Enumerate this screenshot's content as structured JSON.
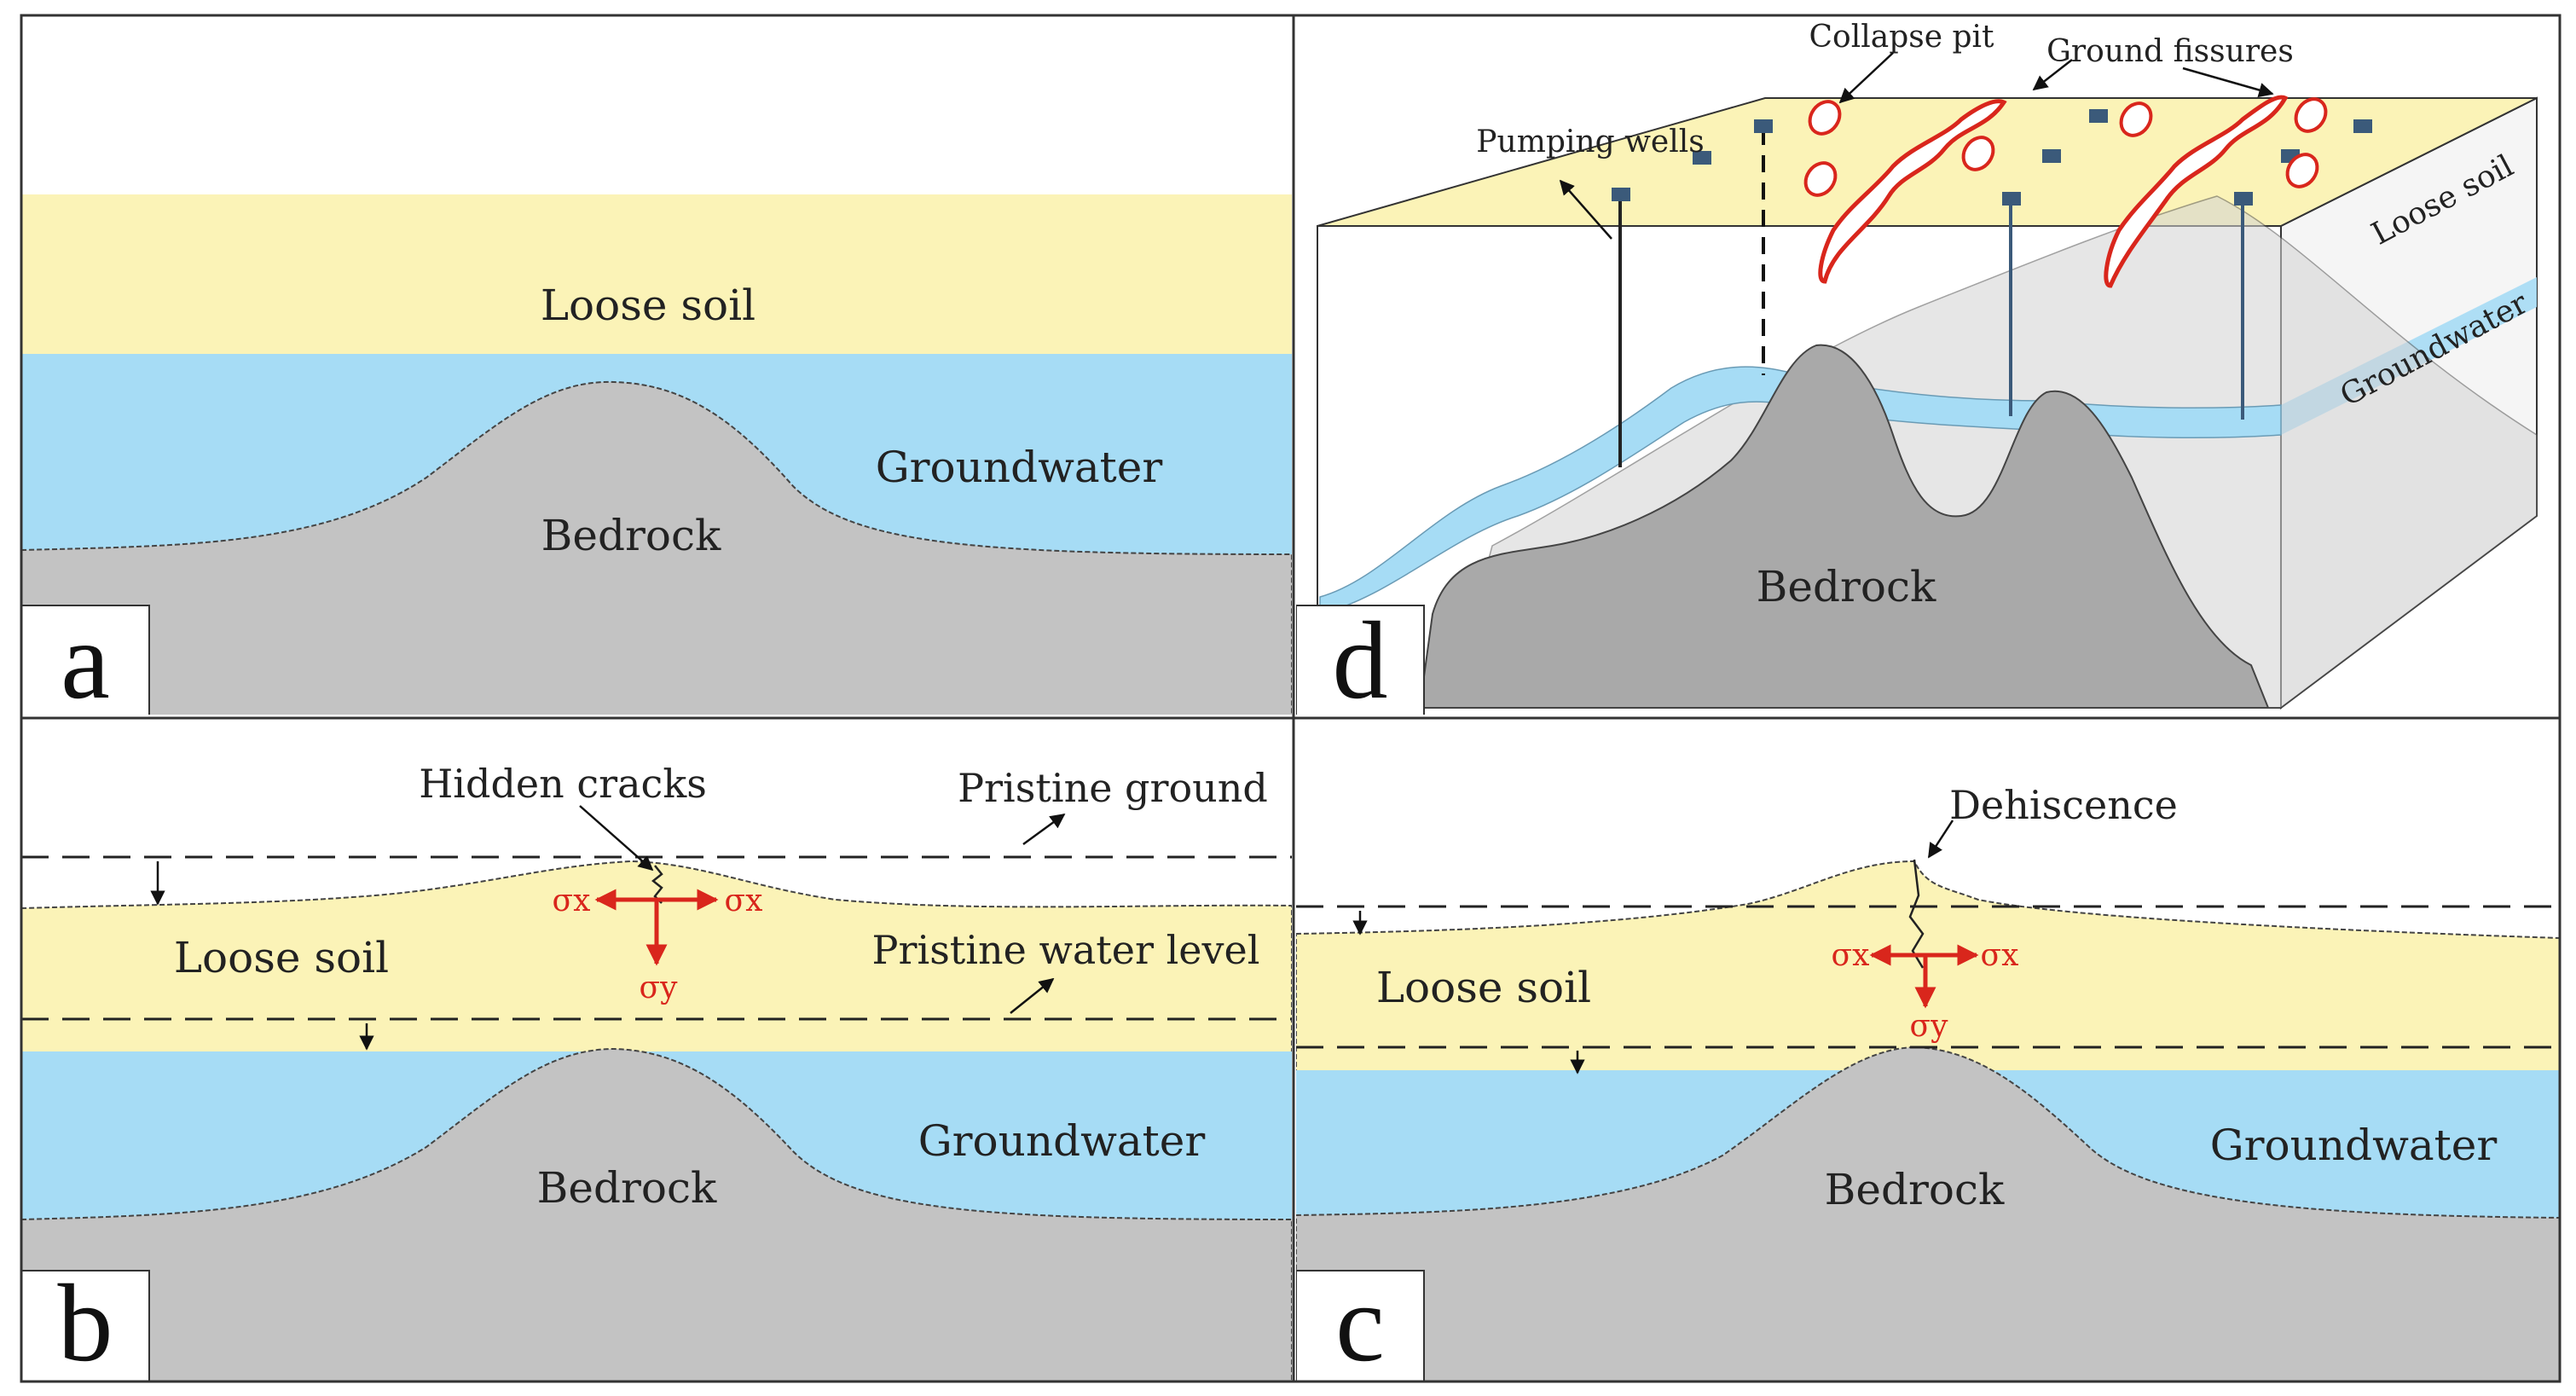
{
  "colors": {
    "loose_soil": "#fbf3b7",
    "groundwater": "#a6dcf5",
    "bedrock": "#c3c3c3",
    "bedrock_3d": "#a9a9a9",
    "stress_arrow": "#d9261c",
    "border": "#333333"
  },
  "panel_a": {
    "letter": "a",
    "loose_soil": "Loose soil",
    "groundwater": "Groundwater",
    "bedrock": "Bedrock"
  },
  "panel_b": {
    "letter": "b",
    "hidden_cracks": "Hidden cracks",
    "pristine_ground": "Pristine ground",
    "pristine_water_level": "Pristine water level",
    "loose_soil": "Loose soil",
    "groundwater": "Groundwater",
    "bedrock": "Bedrock",
    "sigma_x_left": "σx",
    "sigma_x_right": "σx",
    "sigma_y": "σy"
  },
  "panel_c": {
    "letter": "c",
    "dehiscence": "Dehiscence",
    "loose_soil": "Loose soil",
    "groundwater": "Groundwater",
    "bedrock": "Bedrock",
    "sigma_x_left": "σx",
    "sigma_x_right": "σx",
    "sigma_y": "σy"
  },
  "panel_d": {
    "letter": "d",
    "collapse_pit": "Collapse pit",
    "ground_fissures": "Ground fissures",
    "pumping_wells": "Pumping wells",
    "loose_soil": "Loose soil",
    "groundwater": "Groundwater",
    "bedrock": "Bedrock"
  }
}
